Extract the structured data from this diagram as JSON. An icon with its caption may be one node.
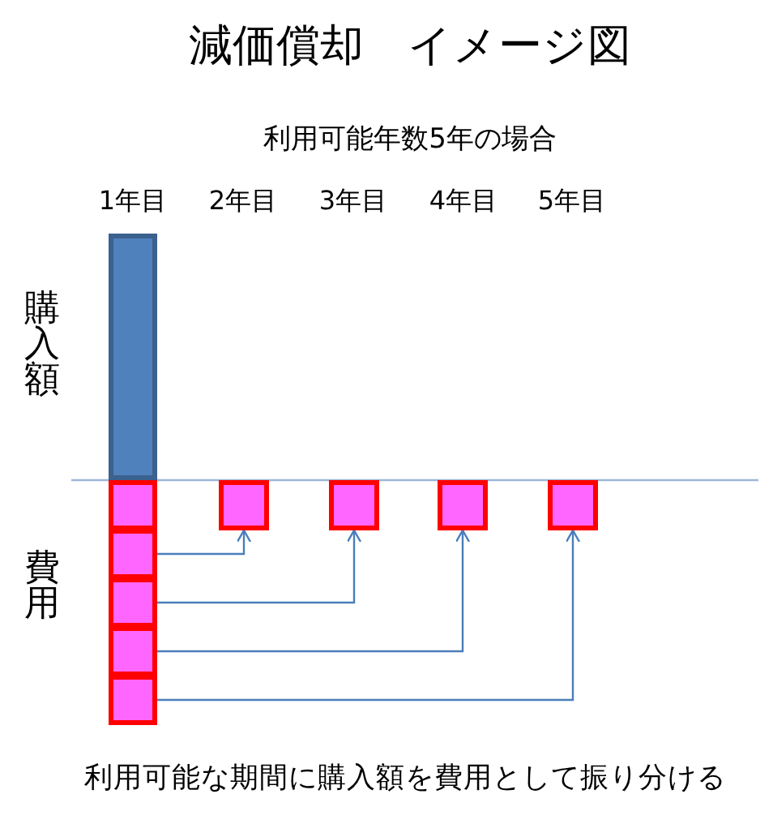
{
  "diagram": {
    "title": "減価償却　イメージ図",
    "caption": "利用可能な期間に購入額を費用として振り分ける",
    "nodes": [
      {
        "text": [],
        "shape": "bar",
        "beside": [
          "購入額"
        ]
      },
      {
        "text": [],
        "shape": "box"
      },
      {
        "text": [],
        "shape": "box"
      },
      {
        "text": [],
        "shape": "box"
      },
      {
        "text": [],
        "shape": "box"
      },
      {
        "text": [],
        "shape": "box"
      },
      {
        "text": [],
        "shape": "box"
      },
      {
        "text": [],
        "shape": "box"
      },
      {
        "text": [],
        "shape": "box"
      },
      {
        "text": [],
        "shape": "box"
      }
    ],
    "edges": [
      {
        "from": 2,
        "to": 6,
        "arrow": "to"
      },
      {
        "from": 3,
        "to": 7,
        "arrow": "to"
      },
      {
        "from": 4,
        "to": 8,
        "arrow": "to"
      },
      {
        "from": 5,
        "to": 9,
        "arrow": "to"
      }
    ],
    "labels": [
      "利用可能年数5年の場合",
      "1年目",
      "2年目",
      "3年目",
      "4年目",
      "5年目",
      "費用"
    ]
  }
}
